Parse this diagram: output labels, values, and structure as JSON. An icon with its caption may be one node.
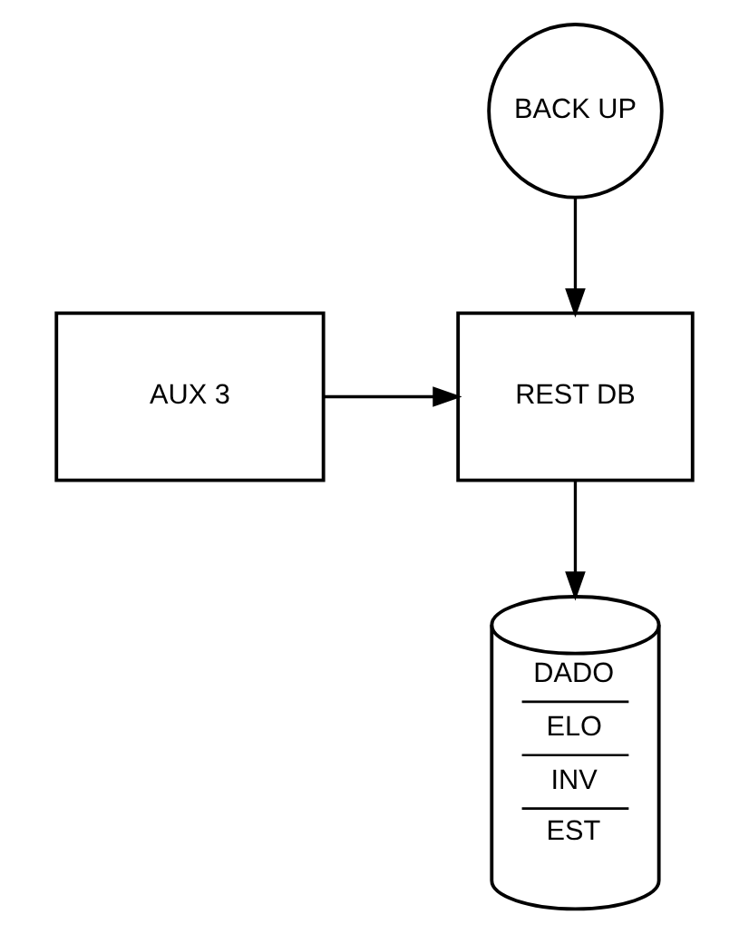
{
  "diagram": {
    "nodes": [
      {
        "text": [
          "BACK UP"
        ]
      },
      {
        "text": [
          "AUX 3"
        ]
      },
      {
        "text": [
          "REST DB"
        ]
      },
      {
        "text": [
          "DADO",
          "ELO",
          "INV",
          "EST"
        ]
      }
    ],
    "edges": [
      {
        "from": 0,
        "to": 2,
        "arrow": "to"
      },
      {
        "from": 1,
        "to": 2,
        "arrow": "to"
      },
      {
        "from": 2,
        "to": 3,
        "arrow": "to"
      }
    ]
  }
}
